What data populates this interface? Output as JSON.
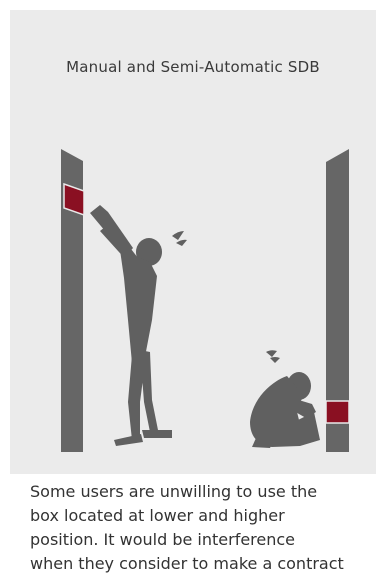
{
  "title": "Manual and Semi-Automatic SDB",
  "caption_lines": [
    "Some users are unwilling to use the",
    "box located at lower and higher",
    "position. It would be interference",
    "when they consider to make a contract"
  ],
  "colors": {
    "panel_background": "#ebebeb",
    "column": "#666666",
    "figure": "#606060",
    "box": "#8a1022",
    "text": "#333333"
  },
  "icons": [
    "left-column",
    "right-column",
    "high-deposit-box",
    "low-deposit-box",
    "reaching-person",
    "crouching-person",
    "sweat-drop-icon"
  ]
}
